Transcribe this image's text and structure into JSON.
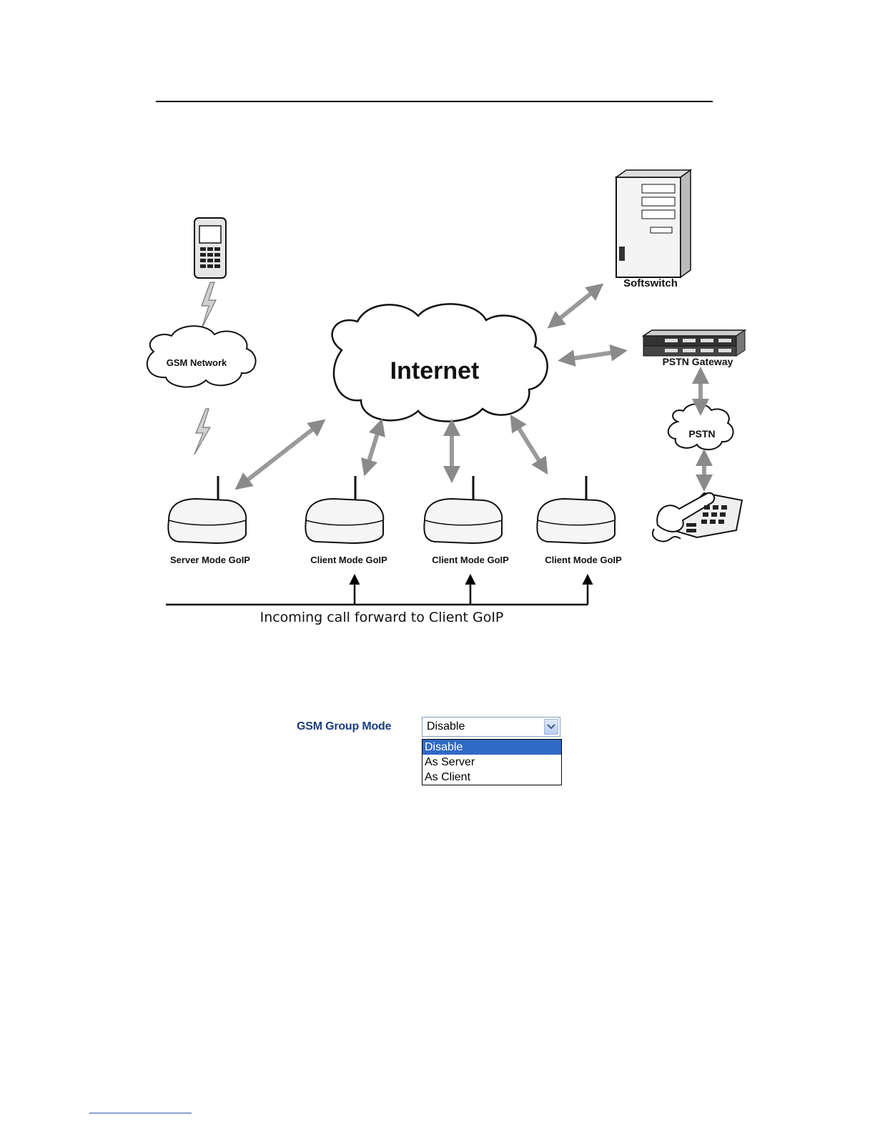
{
  "diagram": {
    "softswitch": "Softswitch",
    "gsm_network": "GSM Network",
    "internet": "Internet",
    "pstn_gateway": "PSTN Gateway",
    "pstn": "PSTN",
    "server_goip": "Server Mode GoIP",
    "client_goips": [
      "Client Mode GoIP",
      "Client Mode GoIP",
      "Client Mode GoIP"
    ],
    "forward_caption": "Incoming call forward to Client GoIP"
  },
  "gsm_group_mode": {
    "label": "GSM Group Mode",
    "selected_value": "Disable",
    "options": [
      "Disable",
      "As Server",
      "As Client"
    ],
    "highlighted_option": "Disable"
  }
}
